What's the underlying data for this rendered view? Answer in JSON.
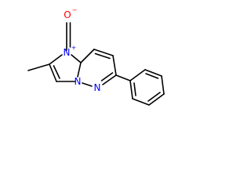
{
  "molecule": {
    "atoms": {
      "oxide_o": {
        "symbol": "O",
        "charge": "−",
        "color": "#ff0000"
      },
      "n1": {
        "symbol": "N",
        "charge": "+",
        "color": "#0000ff"
      },
      "n_bridge": {
        "symbol": "N",
        "color": "#0000ff"
      },
      "n_ring": {
        "symbol": "N",
        "color": "#0000ff"
      }
    },
    "bond_color": "#000000"
  }
}
